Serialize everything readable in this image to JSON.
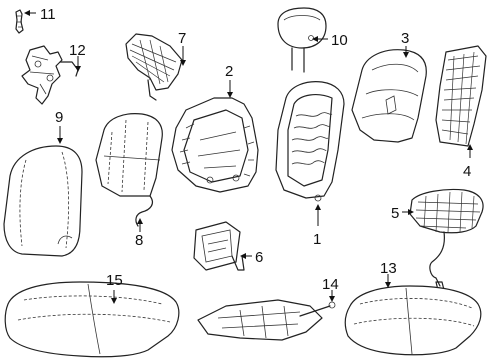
{
  "callouts": {
    "c1": "1",
    "c2": "2",
    "c3": "3",
    "c4": "4",
    "c5": "5",
    "c6": "6",
    "c7": "7",
    "c8": "8",
    "c9": "9",
    "c10": "10",
    "c11": "11",
    "c12": "12",
    "c13": "13",
    "c14": "14",
    "c15": "15"
  },
  "colors": {
    "line": "#222222",
    "background": "#ffffff"
  }
}
